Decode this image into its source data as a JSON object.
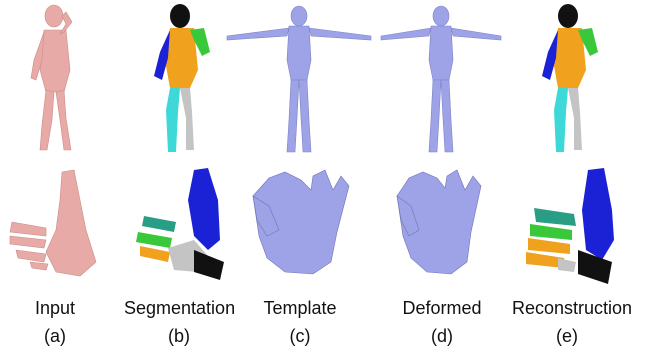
{
  "figure": {
    "panels": [
      {
        "title": "Input",
        "label": "(a)"
      },
      {
        "title": "Segmentation",
        "label": "(b)"
      },
      {
        "title": "Template",
        "label": "(c)"
      },
      {
        "title": "Deformed",
        "label": "(d)"
      },
      {
        "title": "Reconstruction",
        "label": "(e)"
      }
    ]
  },
  "colors": {
    "input_skin": "#e8aaa6",
    "template_blue": "#9da3e6",
    "seg_black": "#111111",
    "seg_blue": "#1b22d6",
    "seg_orange": "#f0a21e",
    "seg_green": "#38c83a",
    "seg_cyan": "#3fd8d8",
    "seg_gray": "#c4c4c4",
    "seg_teal": "#2a9e84"
  }
}
